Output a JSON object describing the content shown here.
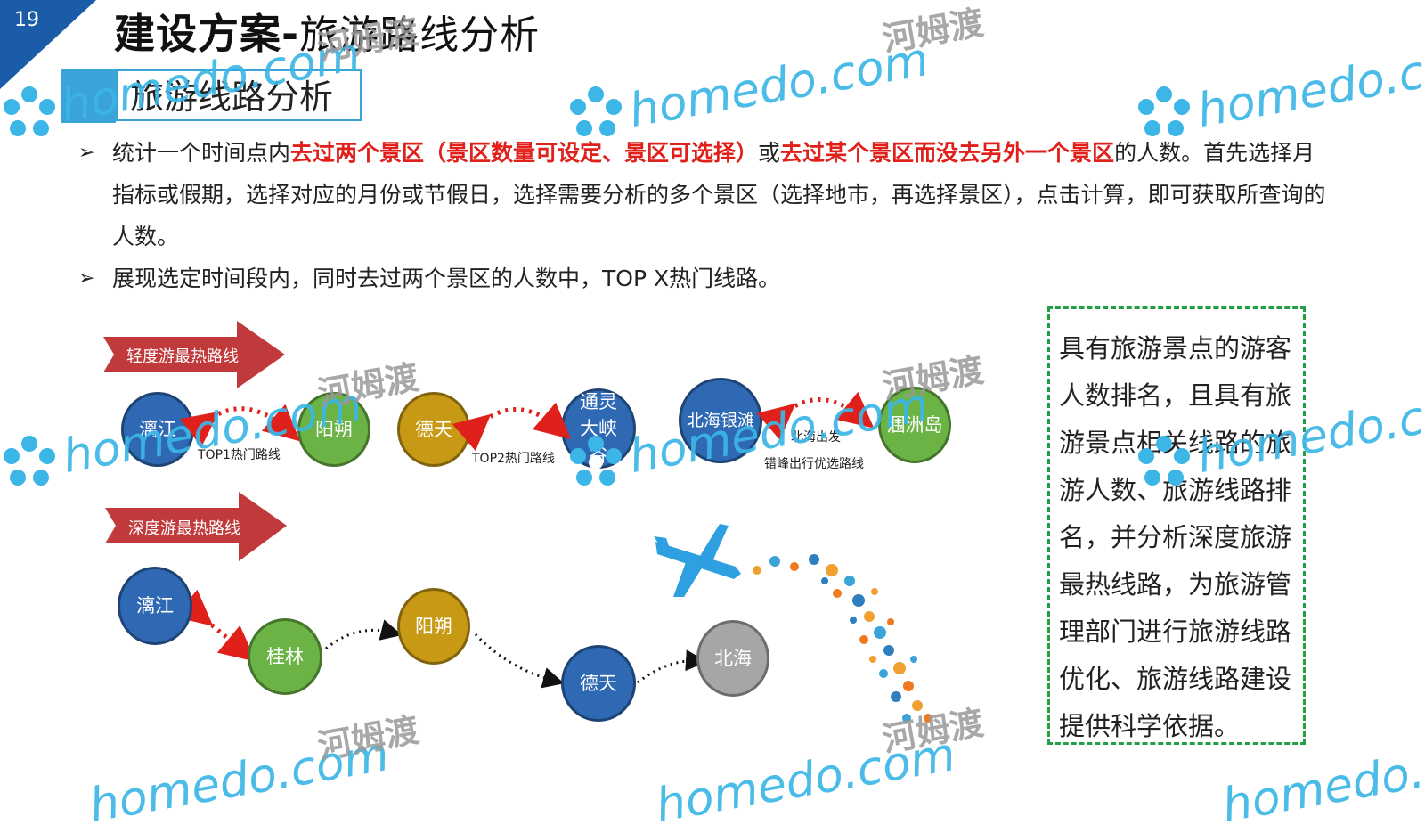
{
  "page_number": "19",
  "title": {
    "main": "建设方案-",
    "sub": "旅游路线分析"
  },
  "section_title": "旅游线路分析",
  "bullets": [
    {
      "p1": "统计一个时间点内",
      "r1": "去过两个景区（景区数量可设定、景区可选择）",
      "p2": "或",
      "r2": "去过某个景区而没去另外一个景区",
      "p3": "的人数。首先选择月指标或假期，选择对应的月份或节假日，选择需要分析的多个景区（选择地市，再选择景区），点击计算，即可获取所查询的人数。"
    },
    {
      "text": "展现选定时间段内，同时去过两个景区的人数中，TOP X热门线路。"
    }
  ],
  "light_tour": {
    "ribbon_label": "轻度游最热路线",
    "nodes": [
      "漓江",
      "阳朔",
      "德天",
      "通灵大峡谷",
      "北海银滩",
      "涠洲岛"
    ],
    "route_labels": [
      "TOP1热门路线",
      "TOP2热门路线",
      "北海出发",
      "错峰出行优选路线"
    ]
  },
  "deep_tour": {
    "ribbon_label": "深度游最热路线",
    "nodes": [
      "漓江",
      "桂林",
      "阳朔",
      "德天",
      "北海"
    ]
  },
  "info_box": "具有旅游景点的游客人数排名，且具有旅游景点相关线路的旅游人数、旅游线路排名，并分析深度旅游最热线路，为旅游管理部门进行旅游线路优化、旅游线路建设提供科学依据。",
  "watermark": {
    "brand": "homedo.com",
    "cn": "河姆渡"
  },
  "colors": {
    "accent_blue": "#3aa3d8",
    "corner_blue": "#1a5ca8",
    "ribbon_red": "#c0393b",
    "highlight_red": "#e0201b",
    "box_green": "#22a044"
  },
  "icons": [
    "airplane-icon",
    "travel-icons-cluster",
    "flower-logo-icon"
  ]
}
